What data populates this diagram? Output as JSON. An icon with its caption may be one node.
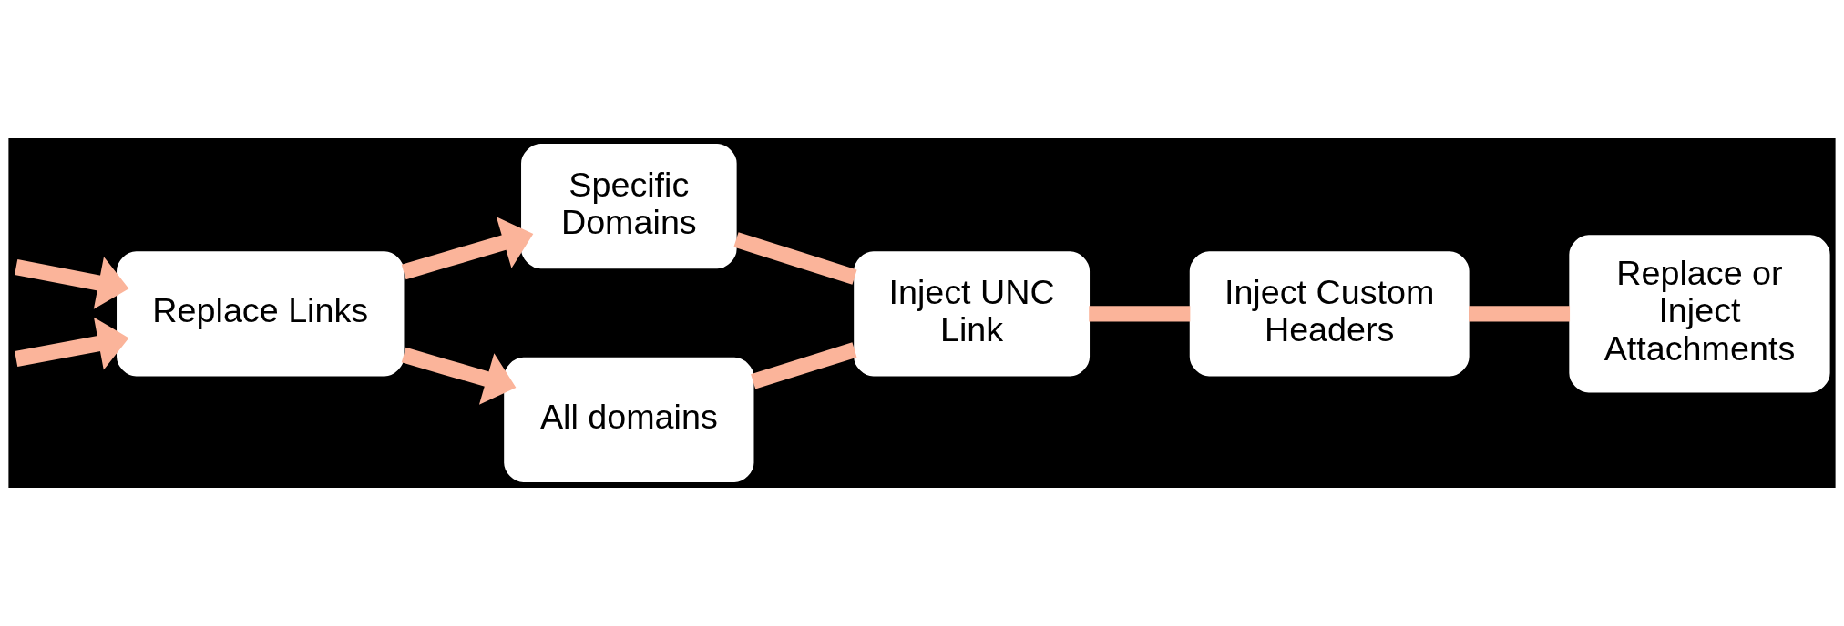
{
  "diagram": {
    "nodes": [
      {
        "text": [
          "Replace Links"
        ]
      },
      {
        "text": [
          "Specific Domains"
        ]
      },
      {
        "text": [
          "All domains"
        ]
      },
      {
        "text": [
          "Inject UNC Link"
        ]
      },
      {
        "text": [
          "Inject Custom Headers"
        ]
      },
      {
        "text": [
          "Replace or Inject Attachments"
        ]
      }
    ],
    "edges": [
      {
        "from": null,
        "to": 0,
        "arrow": "to"
      },
      {
        "from": null,
        "to": 0,
        "arrow": "to"
      },
      {
        "from": 0,
        "to": 1,
        "arrow": "to"
      },
      {
        "from": 0,
        "to": 2,
        "arrow": "to"
      },
      {
        "from": 1,
        "to": 3,
        "arrow": "none"
      },
      {
        "from": 2,
        "to": 3,
        "arrow": "none"
      },
      {
        "from": 3,
        "to": 4,
        "arrow": "none"
      },
      {
        "from": 4,
        "to": 5,
        "arrow": "none"
      }
    ]
  }
}
